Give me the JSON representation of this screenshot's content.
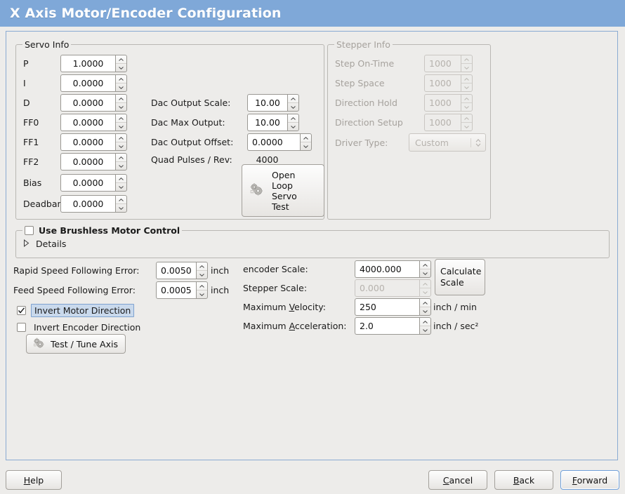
{
  "window": {
    "title": "X Axis Motor/Encoder Configuration",
    "title_bar_color": "#7fa8d8",
    "panel_border_color": "#8aabd2",
    "background_color": "#edecea",
    "focus_highlight_color": "#c9d9ec"
  },
  "servo_info": {
    "group_title": "Servo Info",
    "fields": [
      {
        "label": "P",
        "value": "1.0000"
      },
      {
        "label": "I",
        "value": "0.0000"
      },
      {
        "label": "D",
        "value": "0.0000"
      },
      {
        "label": "FF0",
        "value": "0.0000"
      },
      {
        "label": "FF1",
        "value": "0.0000"
      },
      {
        "label": "FF2",
        "value": "0.0000"
      },
      {
        "label": "Bias",
        "value": "0.0000"
      },
      {
        "label": "Deadband",
        "value": "0.0000"
      }
    ],
    "dac": [
      {
        "label": "Dac Output Scale:",
        "value": "10.00"
      },
      {
        "label": "Dac Max Output:",
        "value": "10.00"
      },
      {
        "label": "Dac Output Offset:",
        "value": "0.0000"
      }
    ],
    "quad_pulses": {
      "label": "Quad Pulses / Rev:",
      "value": "4000"
    },
    "open_loop_button": {
      "icon": "gears-icon",
      "lines": [
        "Open",
        "Loop",
        "Servo",
        "Test"
      ]
    }
  },
  "stepper_info": {
    "group_title": "Stepper Info",
    "enabled": false,
    "fields": [
      {
        "label": "Step On-Time",
        "value": "1000"
      },
      {
        "label": "Step Space",
        "value": "1000"
      },
      {
        "label": "Direction Hold",
        "value": "1000"
      },
      {
        "label": "Direction Setup",
        "value": "1000"
      }
    ],
    "driver_type": {
      "label": "Driver Type:",
      "value": "Custom"
    }
  },
  "brushless": {
    "checkbox_label": "Use Brushless Motor Control",
    "checked": false,
    "details_label": "Details",
    "details_expanded": false
  },
  "following_error": [
    {
      "label": "Rapid Speed Following Error:",
      "value": "0.0050",
      "unit": "inch"
    },
    {
      "label": "Feed Speed Following Error:",
      "value": "0.0005",
      "unit": "inch"
    }
  ],
  "invert": {
    "motor": {
      "label": "Invert Motor Direction",
      "checked": true,
      "focused": true
    },
    "encoder": {
      "label": "Invert Encoder Direction",
      "checked": false,
      "focused": false
    }
  },
  "test_tune_button": {
    "label": "Test / Tune Axis",
    "icon": "gears-icon"
  },
  "scale": {
    "encoder": {
      "label": "encoder Scale:",
      "value": "4000.000",
      "enabled": true,
      "unit": ""
    },
    "stepper": {
      "label": "Stepper Scale:",
      "value": "0.000",
      "enabled": false,
      "unit": ""
    },
    "max_velocity": {
      "label_pre": "Maximum ",
      "label_mnemonic": "V",
      "label_post": "elocity:",
      "value": "250",
      "unit": "inch / min"
    },
    "max_accel": {
      "label_pre": "Maximum ",
      "label_mnemonic": "A",
      "label_post": "cceleration:",
      "value": "2.0",
      "unit": "inch / sec²"
    },
    "calculate_button": {
      "lines": [
        "Calculate",
        "Scale"
      ]
    }
  },
  "actions": {
    "help": {
      "mnemonic": "H",
      "rest": "elp"
    },
    "cancel": {
      "mnemonic": "C",
      "rest": "ancel"
    },
    "back": {
      "mnemonic": "B",
      "rest": "ack"
    },
    "forward": {
      "mnemonic": "F",
      "rest": "orward",
      "default": true
    }
  }
}
